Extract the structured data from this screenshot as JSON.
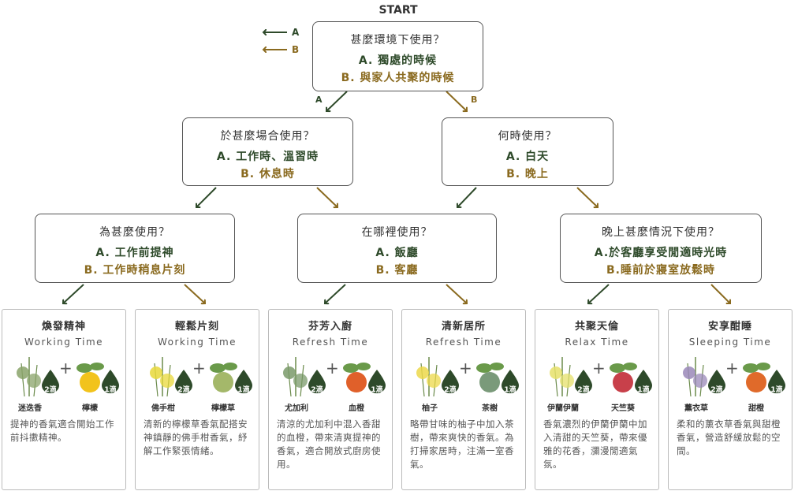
{
  "start_label": "START",
  "legend": [
    {
      "label": "A",
      "color": "#2e4a2a"
    },
    {
      "label": "B",
      "color": "#8a6a1f"
    }
  ],
  "colors": {
    "a": "#2e4a2a",
    "b": "#8a6a1f",
    "drop": "#2e4a2a"
  },
  "questions": {
    "root": {
      "q": "甚麼環境下使用？",
      "a": "A. 獨處的時候",
      "b": "B. 與家人共聚的時候"
    },
    "l1a": {
      "q": "於甚麼場合使用？",
      "a": "A. 工作時、溫習時",
      "b": "B. 休息時"
    },
    "l1b": {
      "q": "何時使用？",
      "a": "A. 白天",
      "b": "B. 晚上"
    },
    "l2a": {
      "q": "為甚麼使用？",
      "a": "A. 工作前提神",
      "b": "B. 工作時稍息片刻"
    },
    "l2b": {
      "q": "在哪裡使用？",
      "a": "A. 飯廳",
      "b": "B. 客廳"
    },
    "l2c": {
      "q": "晚上甚麼情況下使用？",
      "a": "A.於客廳享受閒適時光時",
      "b": "B.睡前於寢室放鬆時"
    }
  },
  "branch_labels": {
    "a": "A",
    "b": "B"
  },
  "cards": [
    {
      "title": "煥發精神",
      "sub": "Working Time",
      "p1": "迷迭香",
      "d1": "2滴",
      "p2": "檸檬",
      "d2": "1滴",
      "desc": "提神的香氣適合開始工作前抖擻精神。"
    },
    {
      "title": "輕鬆片刻",
      "sub": "Working Time",
      "p1": "佛手柑",
      "d1": "2滴",
      "p2": "檸檬草",
      "d2": "1滴",
      "desc": "清新的檸檬草香氣配搭安神鎮靜的佛手柑香氣，紓解工作緊張情緒。"
    },
    {
      "title": "芬芳入廚",
      "sub": "Refresh Time",
      "p1": "尤加利",
      "d1": "2滴",
      "p2": "血橙",
      "d2": "1滴",
      "desc": "清涼的尤加利中混入香甜的血橙，帶來清爽提神的香氣，適合開放式廚房使用。"
    },
    {
      "title": "清新居所",
      "sub": "Refresh Time",
      "p1": "柚子",
      "d1": "2滴",
      "p2": "茶樹",
      "d2": "1滴",
      "desc": "略帶甘味的柚子中加入茶樹，帶來爽快的香氣。為打掃家居時，注滿一室香氣。"
    },
    {
      "title": "共聚天倫",
      "sub": "Relax Time",
      "p1": "伊蘭伊蘭",
      "d1": "2滴",
      "p2": "天竺葵",
      "d2": "1滴",
      "desc": "香氣濃烈的伊蘭伊蘭中加入清甜的天竺葵，帶來優雅的花香，瀰漫閒適氣氛。"
    },
    {
      "title": "安享酣睡",
      "sub": "Sleeping Time",
      "p1": "薰衣草",
      "d1": "2滴",
      "p2": "甜橙",
      "d2": "1滴",
      "desc": "柔和的薰衣草香氣與甜橙香氣，營造舒緩放鬆的空間。"
    }
  ]
}
